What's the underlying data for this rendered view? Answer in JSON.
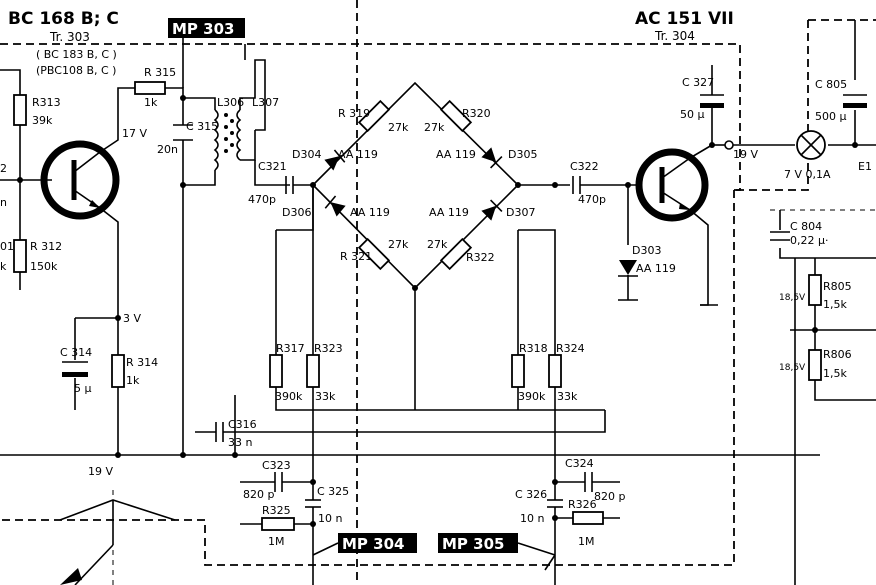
{
  "header": {
    "left_transistor": "BC 168 B; C",
    "left_tr": "Tr. 303",
    "left_alt1": "( BC 183 B, C )",
    "left_alt2": "(PBC108 B, C )",
    "right_transistor": "AC 151  VII",
    "right_tr": "Tr. 304"
  },
  "measure_points": {
    "mp303": "MP 303",
    "mp304": "MP 304",
    "mp305": "MP 305"
  },
  "voltages": {
    "v17": "17 V",
    "v3": "3 V",
    "v19a": "19 V",
    "v19b": "19 V",
    "v7": "7 V  0,1A",
    "v185a": "18,5V",
    "v185b": "18,5V"
  },
  "components": {
    "r313": "R313",
    "r313v": "39k",
    "r312": "R 312",
    "r312v": "150k",
    "r314": "R 314",
    "r314v": "1k",
    "r315": "R 315",
    "r315v": "1k",
    "c314": "C 314",
    "c314v": "5 µ",
    "c315": "C 315",
    "c315v": "20n",
    "l306": "L306",
    "l307": "L307",
    "r319": "R 319",
    "r319v": "27k",
    "r320": "R320",
    "r320v": "27k",
    "r321": "R 321",
    "r321v": "27k",
    "r322": "R322",
    "r322v": "27k",
    "d304": "D304",
    "d304t": "AA 119",
    "d305": "D305",
    "d305t": "AA 119",
    "d306": "D306",
    "d306t": "AA 119",
    "d307": "D307",
    "d307t": "AA 119",
    "d303": "D303",
    "d303t": "AA 119",
    "c321": "C321",
    "c321v": "470p",
    "c322": "C322",
    "c322v": "470p",
    "c327": "C 327",
    "c327v": "50 µ",
    "c805": "C 805",
    "c805v": "500 µ",
    "e1": "E1",
    "r317": "R317",
    "r317v": "390k",
    "r323": "R323",
    "r323v": "33k",
    "r318": "R318",
    "r318v": "390k",
    "r324": "R324",
    "r324v": "33k",
    "c316": "C316",
    "c316v": "33 n",
    "c323": "C323",
    "c323v": "820 p",
    "c325": "C 325",
    "c325v": "10 n",
    "r325": "R325",
    "r325v": "1M",
    "c324": "C324",
    "c324v": "820 p",
    "c326": "C 326",
    "c326v": "10 n",
    "r326": "R326",
    "r326v": "1M",
    "c804": "C 804",
    "c804v": "0,22 µ·",
    "r805": "R805",
    "r805v": "1,5k",
    "r806": "R806",
    "r806v": "1,5k",
    "frag_2": "2",
    "frag_n": "n",
    "frag_01": "01",
    "frag_k": "k"
  }
}
